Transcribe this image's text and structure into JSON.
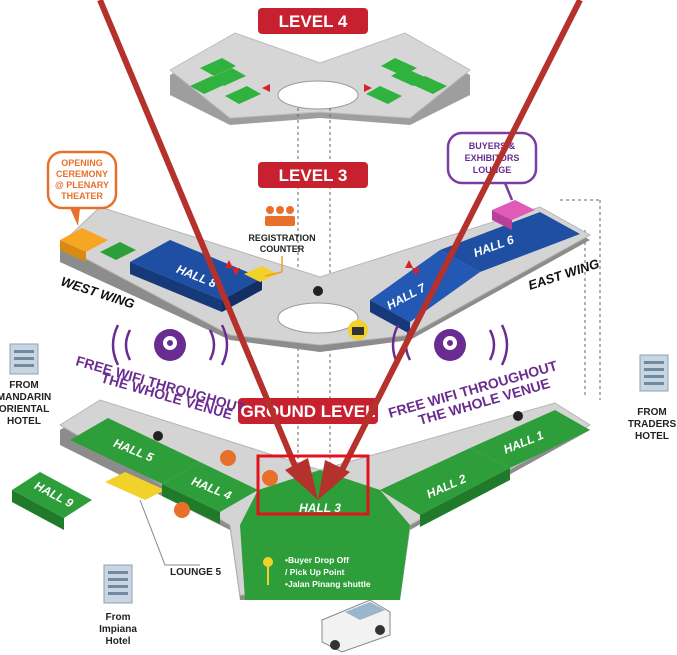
{
  "levels": {
    "level4": "LEVEL 4",
    "level3": "LEVEL 3",
    "ground": "GROUND LEVEL"
  },
  "halls": {
    "hall1": "HALL 1",
    "hall2": "HALL 2",
    "hall3": "HALL 3",
    "hall4": "HALL 4",
    "hall5": "HALL 5",
    "hall6": "HALL 6",
    "hall7": "HALL 7",
    "hall8": "HALL 8",
    "hall9": "HALL 9"
  },
  "wings": {
    "west": "WEST WING",
    "east": "EAST WING"
  },
  "wifi": {
    "left_line1": "FREE WIFI THROUGHOUT",
    "left_line2": "THE WHOLE VENUE",
    "right_line1": "FREE WIFI THROUGHOUT",
    "right_line2": "THE WHOLE VENUE"
  },
  "callouts": {
    "opening_line1": "OPENING",
    "opening_line2": "CEREMONY",
    "opening_line3": "@ PLENARY",
    "opening_line4": "THEATER",
    "lounge_line1": "BUYERS &",
    "lounge_line2": "EXHIBITORS",
    "lounge_line3": "LOUNGE",
    "registration_line1": "REGISTRATION",
    "registration_line2": "COUNTER",
    "lounge5": "LOUNGE 5"
  },
  "hotels": {
    "mandarin_line1": "FROM",
    "mandarin_line2": "MANDARIN",
    "mandarin_line3": "ORIENTAL",
    "mandarin_line4": "HOTEL",
    "traders_line1": "FROM",
    "traders_line2": "TRADERS",
    "traders_line3": "HOTEL",
    "impiana_line1": "From",
    "impiana_line2": "Impiana",
    "impiana_line3": "Hotel"
  },
  "dropoff": {
    "line1": "•Buyer Drop Off",
    "line2": "/ Pick Up Point",
    "line3": "•Jalan Pinang shuttle"
  },
  "colors": {
    "banner": "#c7202f",
    "hall_green": "#2e9e3a",
    "hall_blue": "#1f4fa3",
    "arrow_red": "#b5312b",
    "wifi_purple": "#6a2c91",
    "callout_orange": "#e8702a",
    "lounge_yellow": "#f2d22a"
  }
}
